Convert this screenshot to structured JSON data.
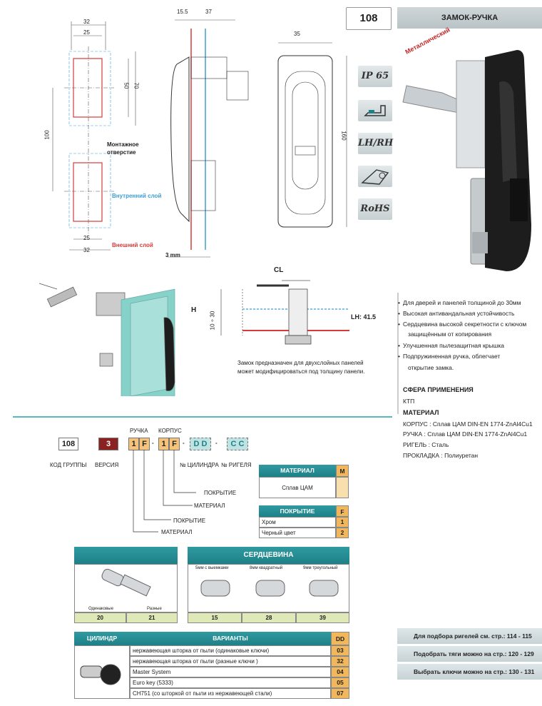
{
  "header": {
    "code": "108",
    "title": "ЗАМОК-РУЧКА"
  },
  "product": {
    "badge": "Металлический"
  },
  "icons": [
    {
      "name": "ip65-icon",
      "label": "IP 65"
    },
    {
      "name": "panel-mount-icon",
      "label": ""
    },
    {
      "name": "lh-rh-icon",
      "label": "LH/RH"
    },
    {
      "name": "handle-lift-icon",
      "label": ""
    },
    {
      "name": "rohs-icon",
      "label": "RoHS"
    }
  ],
  "drawing": {
    "dim_32_top": "32",
    "dim_25_top": "25",
    "dim_50": "50",
    "dim_70": "70",
    "dim_100": "100",
    "dim_25_bot": "25",
    "dim_32_bot": "32",
    "mount_hole": "Монтажное отверстие",
    "inner_layer": "Внутренний слой",
    "outer_layer": "Внешний слой",
    "dim_15_5": "15.5",
    "dim_37": "37",
    "dim_3mm": "3 mm",
    "dim_35": "35",
    "dim_160": "160",
    "cl": "CL",
    "h": "H",
    "range": "10 ÷ 30",
    "lh": "LH: 41.5",
    "note_line1": "Замок предназначен для двухслойных панелей",
    "note_line2": "может модифицироваться под толщину панели."
  },
  "features": [
    "Для дверей и панелей толщиной до 30мм",
    "Высокая антивандальная устойчивость",
    "Сердцевина высокой секретности с ключом",
    "защищённым от копирования",
    "Улучшенная пылезащитная крышка",
    "Подпружиненная ручка, облегчает",
    "открытие замка."
  ],
  "application": {
    "title": "СФЕРА ПРИМЕНЕНИЯ",
    "value": "КТП"
  },
  "material": {
    "title": "МАТЕРИАЛ",
    "lines": [
      "КОРПУС : Сплав ЦАМ DIN-EN 1774-ZnAl4Cu1",
      "РУЧКА    : Сплав ЦАМ DIN-EN 1774-ZnAl4Cu1",
      "РИГЕЛЬ : Сталь",
      "ПРОКЛАДКА : Полиуретан"
    ]
  },
  "order_code": {
    "group": "108",
    "version": "3",
    "handle_label": "РУЧКА",
    "body_label": "КОРПУС",
    "handle_1": "1",
    "handle_f": "F",
    "body_1": "1",
    "body_f": "F",
    "dd": "D D",
    "cc": "C C",
    "dash": "-",
    "group_caption": "КОД ГРУППЫ",
    "version_caption": "ВЕРСИЯ",
    "cylinder_caption": "№ ЦИЛИНДРА",
    "bolt_caption": "№ РИГЕЛЯ",
    "coating1": "ПОКРЫТИЕ",
    "material1": "МАТЕРИАЛ",
    "coating2": "ПОКРЫТИЕ",
    "material2": "МАТЕРИАЛ"
  },
  "material_table": {
    "header": "МАТЕРИАЛ",
    "code": "M",
    "value": "Сплав ЦАМ"
  },
  "coating_table": {
    "header": "ПОКРЫТИЕ",
    "code": "F",
    "rows": [
      {
        "label": "Хром",
        "code": "1"
      },
      {
        "label": "Черный цвет",
        "code": "2"
      }
    ]
  },
  "keys_table": {
    "captions": [
      "Одинаковые",
      "Разные"
    ],
    "codes": [
      "20",
      "21"
    ]
  },
  "core_table": {
    "header": "СЕРДЦЕВИНА",
    "captions": [
      "5мм с выемками",
      "8мм квадратный",
      "9мм треугольный"
    ],
    "codes": [
      "15",
      "28",
      "39"
    ]
  },
  "cylinder_table": {
    "header_cyl": "ЦИЛИНДР",
    "header_var": "ВАРИАНТЫ",
    "header_code": "DD",
    "rows": [
      {
        "label": "нержавеющая шторка от пыли (одинаковые ключи)",
        "code": "03"
      },
      {
        "label": "нержавеющая шторка от пыли (разные ключи )",
        "code": "32"
      },
      {
        "label": "Master System",
        "code": "04"
      },
      {
        "label": "Euro key (5333)",
        "code": "05"
      },
      {
        "label": "CH751 (со шторкой от пыли из нержавеющей стали)",
        "code": "07"
      }
    ]
  },
  "refs": [
    {
      "text": "Для подбора ригелей см. стр.:",
      "pages": "114 - 115"
    },
    {
      "text": "Подобрать тяги можно на стр.:",
      "pages": "120 - 129"
    },
    {
      "text": "Выбрать ключи можно на стр.:",
      "pages": "130 - 131"
    }
  ],
  "colors": {
    "accent": "#1f8087",
    "order": "#f5c47a",
    "version": "#8b2222",
    "inner": "#3b9fd6",
    "outer": "#d63b3b"
  }
}
